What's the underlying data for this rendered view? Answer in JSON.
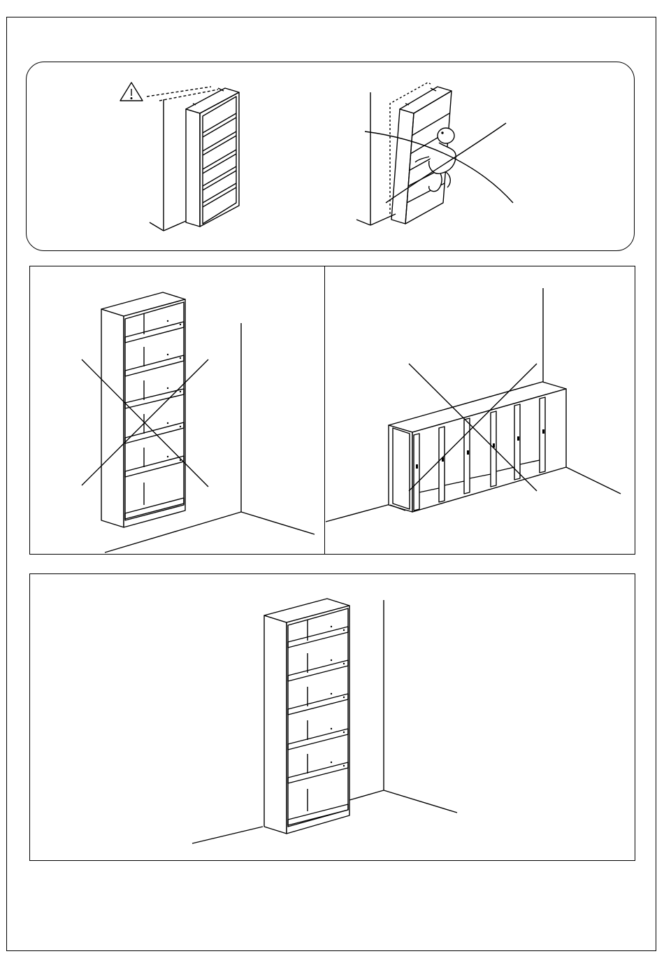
{
  "page": {
    "type": "assembly-instruction-sheet",
    "colors": {
      "ink": "#000000",
      "paper": "#ffffff"
    }
  },
  "panels": [
    {
      "id": "warning",
      "icons": [
        "warning-triangle-icon",
        "wall-anchor-icon"
      ],
      "figures": [
        "anchored-bookcase",
        "tipping-bookcase-with-child"
      ]
    },
    {
      "id": "wrong-placement",
      "icons": [
        "cross-out-icon",
        "cross-out-icon"
      ],
      "figures": [
        "freestanding-bookcase-away-from-wall",
        "bookcase-lying-on-side"
      ]
    },
    {
      "id": "correct-placement",
      "icons": [],
      "figures": [
        "bookcase-against-wall-corner"
      ]
    }
  ]
}
